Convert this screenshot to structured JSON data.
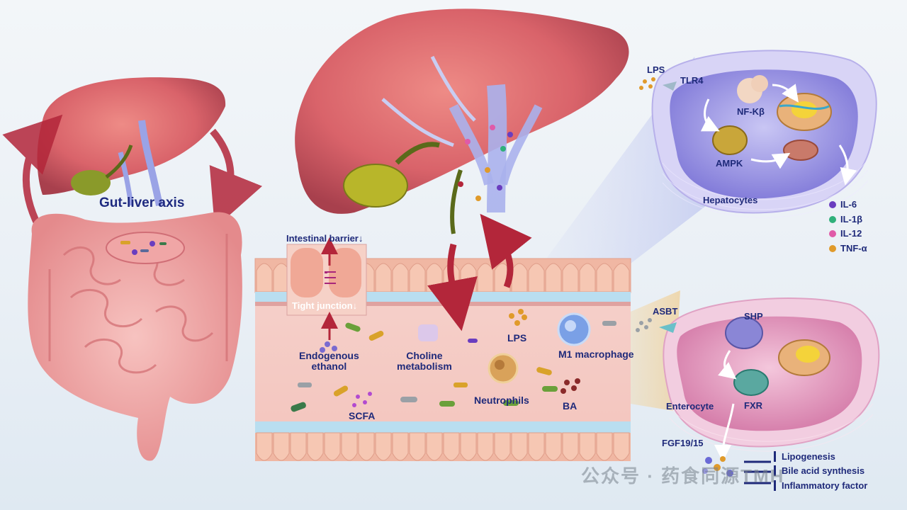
{
  "title": "Gut-liver axis",
  "barrier": {
    "intestinal_barrier": "Intestinal barrier↓",
    "tight_junction": "Tight junction↓"
  },
  "lumen_labels": {
    "endogenous_ethanol": "Endogenous\nethanol",
    "choline_metabolism": "Choline\nmetabolism",
    "lps": "LPS",
    "m1_macrophage": "M1 macrophage",
    "neutrophils": "Neutrophils",
    "ba": "BA",
    "scfa": "SCFA"
  },
  "hepatocyte": {
    "lps": "LPS",
    "tlr4": "TLR4",
    "nfkb": "NF-Kβ",
    "ampk": "AMPK",
    "label": "Hepatocytes"
  },
  "cytokines": [
    {
      "name": "IL-6",
      "color": "#6a3dbf"
    },
    {
      "name": "IL-1β",
      "color": "#2fb07a"
    },
    {
      "name": "IL-12",
      "color": "#e05aa8"
    },
    {
      "name": "TNF-α",
      "color": "#e09a2a"
    }
  ],
  "enterocyte": {
    "asbt": "ASBT",
    "shp": "SHP",
    "fxr": "FXR",
    "label": "Enterocyte",
    "fgf": "FGF19/15"
  },
  "effects": [
    "Lipogenesis",
    "Bile acid synthesis",
    "Inflammatory factor"
  ],
  "watermark": "公众号 · 药食同源TMH",
  "colors": {
    "label_text": "#1f2a7a",
    "liver": "#d9686a",
    "arrow_red": "#b3263a",
    "hepatocyte_fill": "#a8a3e6",
    "enterocyte_fill": "#e9a3c6"
  }
}
